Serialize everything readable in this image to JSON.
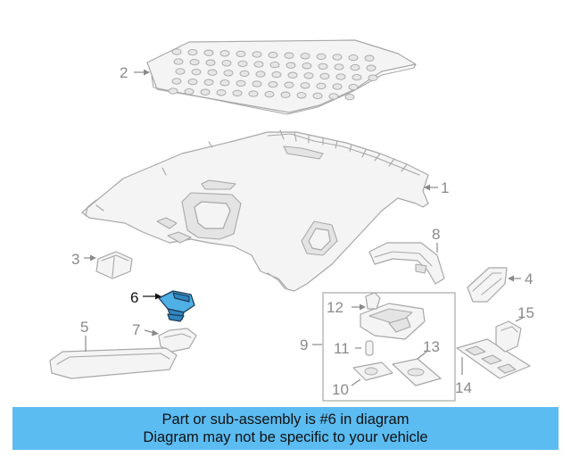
{
  "callouts": {
    "c1": "1",
    "c2": "2",
    "c3": "3",
    "c4": "4",
    "c5": "5",
    "c6": "6",
    "c7": "7",
    "c8": "8",
    "c9": "9",
    "c10": "10",
    "c11": "11",
    "c12": "12",
    "c13": "13",
    "c14": "14",
    "c15": "15"
  },
  "highlighted_part": "6",
  "highlight_color": "#4fb0e6",
  "banner": {
    "line1": "Part or sub-assembly is #6 in diagram",
    "line2": "Diagram may not be specific to your vehicle",
    "color": "#5bbcf1"
  }
}
